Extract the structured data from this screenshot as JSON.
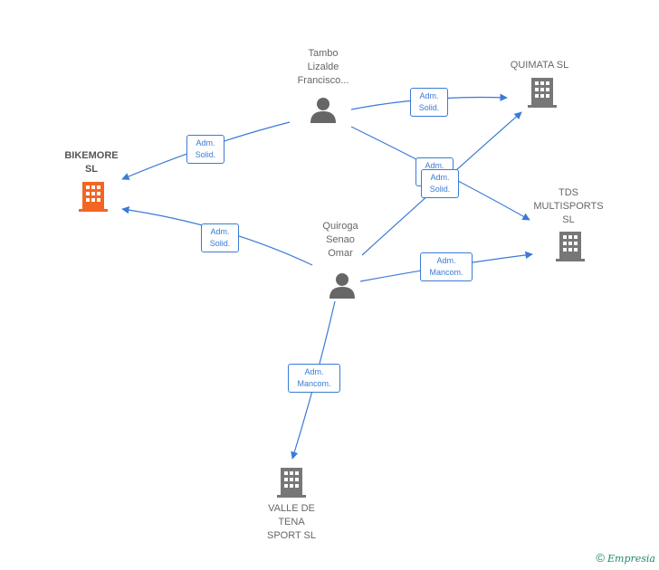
{
  "nodes": {
    "tambo": {
      "label": "Tambo\nLizalde\nFrancisco..."
    },
    "quiroga": {
      "label": "Quiroga\nSenao\nOmar"
    },
    "bikemore": {
      "label": "BIKEMORE\nSL"
    },
    "quimata": {
      "label": "QUIMATA  SL"
    },
    "tds": {
      "label": "TDS\nMULTISPORTS\nSL"
    },
    "valle": {
      "label": "VALLE DE\nTENA\nSPORT  SL"
    }
  },
  "edges": {
    "tambo_quimata": "Adm.\nSolid.",
    "tambo_bikemore": "Adm.\nSolid.",
    "tambo_tds": "Adm.\nSolid.",
    "quiroga_quimata": "Adm.\nSolid.",
    "quiroga_bikemore": "Adm.\nSolid.",
    "quiroga_tds": "Adm.\nMancom.",
    "quiroga_valle": "Adm.\nMancom."
  },
  "footer": {
    "symbol": "©",
    "brand": "Empresia"
  },
  "colors": {
    "edge": "#3a7bd5",
    "person": "#666666",
    "company": "#777777",
    "highlight": "#f26522"
  }
}
